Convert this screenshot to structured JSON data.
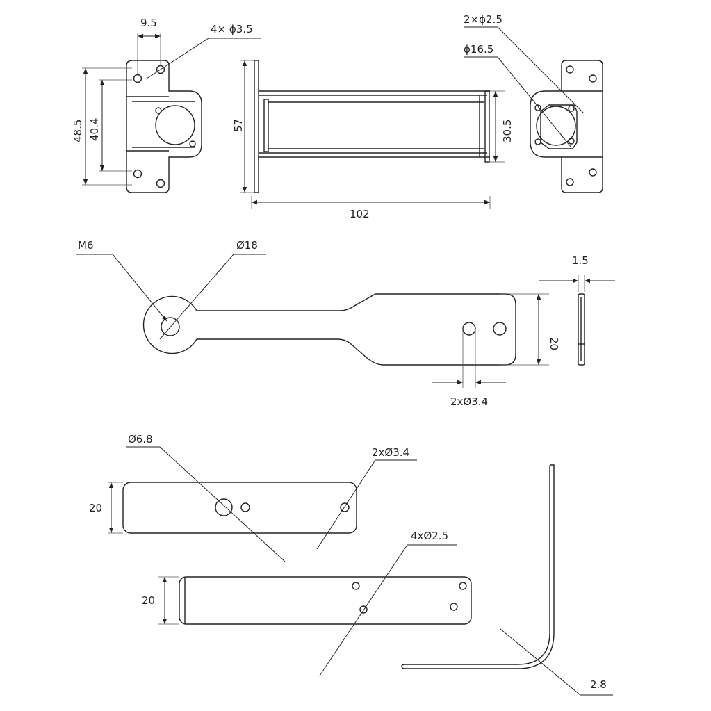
{
  "labels": {
    "bracket_top_width": "9.5",
    "bracket_holes": "4× ϕ3.5",
    "bracket_height_outer": "48.5",
    "bracket_height_inner": "40.4",
    "tube_height": "57",
    "tube_length": "102",
    "tube_inner_height": "30.5",
    "plate_small_holes": "2×ϕ2.5",
    "plate_circle": "ϕ16.5",
    "arm_thread": "M6",
    "arm_round_dia": "Ø18",
    "arm_thickness": "1.5",
    "arm_width": "20",
    "arm_holes": "2xØ3.4",
    "bar1_hole_large": "Ø6.8",
    "bar1_holes": "2xØ3.4",
    "bar1_width": "20",
    "bar2_holes": "4xØ2.5",
    "bar2_width": "20",
    "angle_thickness": "2.8"
  }
}
